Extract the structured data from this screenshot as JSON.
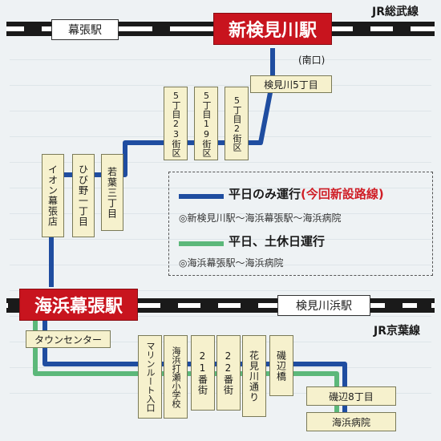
{
  "rail_lines": {
    "sobu": "JR総武線",
    "keiyo": "JR京葉線"
  },
  "stations": {
    "shin_kemigawa": "新検見川駅",
    "shin_kemigawa_exit": "(南口)",
    "makuhari": "幕張駅",
    "kaihin_makuhari": "海浜幕張駅",
    "kemigawahama": "検見川浜駅"
  },
  "stops": {
    "kemigawa_5": "検見川5丁目",
    "go_2": "5丁目2街区",
    "go_19": "5丁目19街区",
    "go_23": "5丁目23街区",
    "wakaba_3": "若葉三丁目",
    "hibino_1": "ひび野一丁目",
    "aeon": "イオン幕張店",
    "town_center": "タウンセンター",
    "marine_loot": "マリンルート入口",
    "kaihin_utase": "海浜打瀬小学校",
    "block_21": "21番街",
    "block_22": "22番街",
    "hanamigawa": "花見川通り",
    "isobe_bridge": "磯辺橋",
    "isobe_8": "磯辺8丁目",
    "kaihin_hospital": "海浜病院"
  },
  "legend": {
    "weekday_title": "平日のみ運行",
    "weekday_note": "(今回新設路線)",
    "weekday_route": "◎新検見川駅～海浜幕張駅～海浜病院",
    "allday_title": "平日、土休日運行",
    "allday_route": "◎海浜幕張駅～海浜病院"
  },
  "colors": {
    "weekday_route": "#1f4da0",
    "allday_route": "#5cb87a",
    "station_red": "#c8141e",
    "stop_box": "#f6f1cd"
  }
}
